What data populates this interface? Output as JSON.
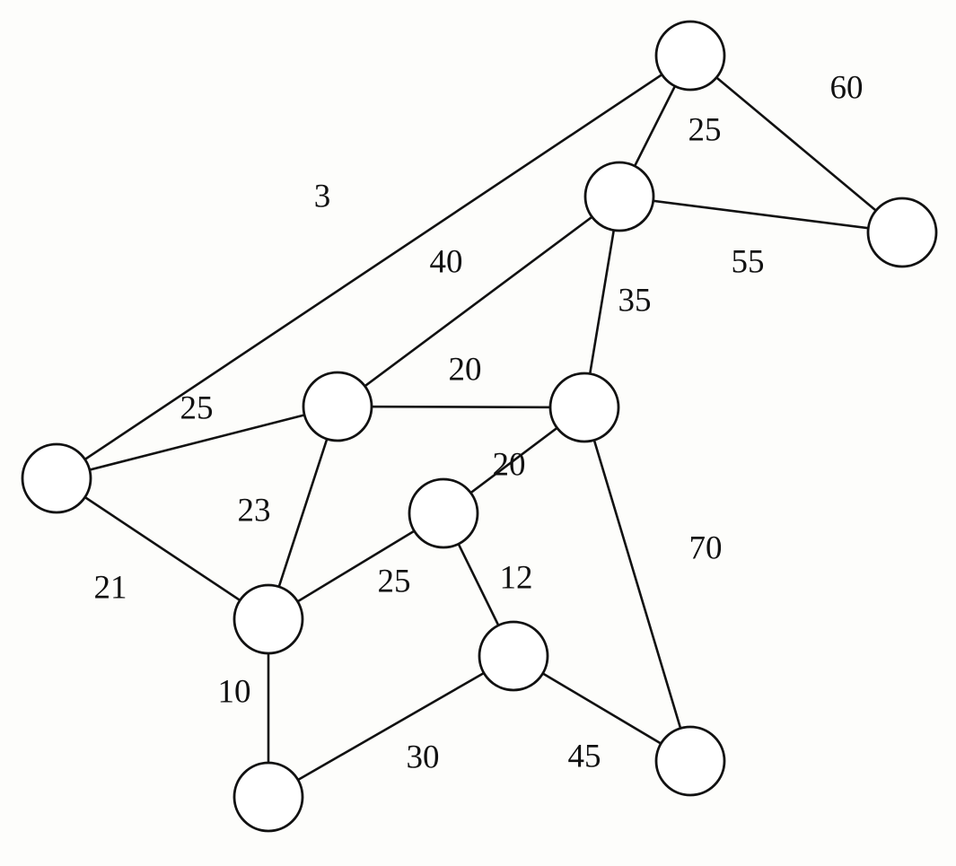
{
  "graph": {
    "nodes": [
      {
        "id": "n1"
      },
      {
        "id": "n2"
      },
      {
        "id": "n3"
      },
      {
        "id": "n4"
      },
      {
        "id": "n5"
      },
      {
        "id": "n6"
      },
      {
        "id": "n7"
      },
      {
        "id": "n8"
      },
      {
        "id": "n9"
      },
      {
        "id": "n10"
      },
      {
        "id": "n11"
      }
    ],
    "edges": [
      {
        "from": "n1",
        "to": "n5",
        "weight": "3"
      },
      {
        "from": "n1",
        "to": "n2",
        "weight": "25"
      },
      {
        "from": "n1",
        "to": "n3",
        "weight": "60"
      },
      {
        "from": "n2",
        "to": "n3",
        "weight": "55"
      },
      {
        "from": "n2",
        "to": "n6",
        "weight": "40"
      },
      {
        "from": "n2",
        "to": "n4",
        "weight": "35"
      },
      {
        "from": "n6",
        "to": "n4",
        "weight": "20"
      },
      {
        "from": "n5",
        "to": "n6",
        "weight": "25"
      },
      {
        "from": "n6",
        "to": "n8",
        "weight": "23"
      },
      {
        "from": "n5",
        "to": "n8",
        "weight": "21"
      },
      {
        "from": "n7",
        "to": "n4",
        "weight": "20"
      },
      {
        "from": "n8",
        "to": "n7",
        "weight": "25"
      },
      {
        "from": "n7",
        "to": "n9",
        "weight": "12"
      },
      {
        "from": "n4",
        "to": "n11",
        "weight": "70"
      },
      {
        "from": "n8",
        "to": "n10",
        "weight": "10"
      },
      {
        "from": "n10",
        "to": "n9",
        "weight": "30"
      },
      {
        "from": "n9",
        "to": "n11",
        "weight": "45"
      }
    ]
  }
}
